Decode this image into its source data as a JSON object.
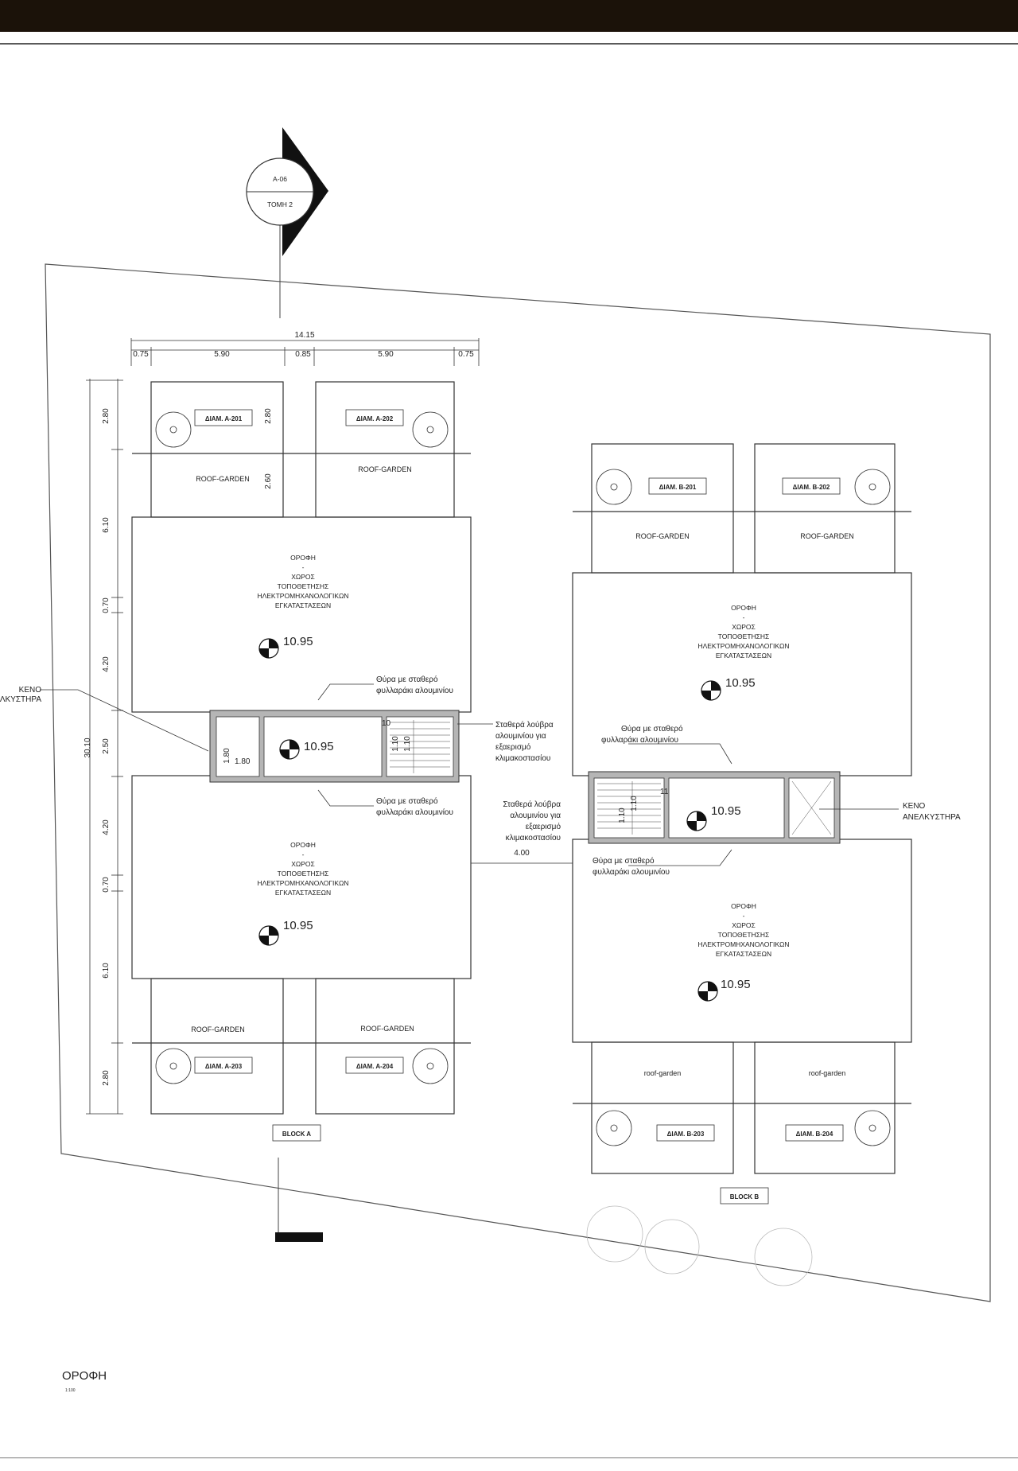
{
  "section_marker": {
    "code": "A-06",
    "name": "ΤΟΜΗ 2"
  },
  "dimensions": {
    "total_width": "14.15",
    "top_segments": [
      "0.75",
      "5.90",
      "0.85",
      "5.90",
      "0.75"
    ],
    "left_segments": [
      "2.80",
      "6.10",
      "0.70",
      "4.20",
      "2.50",
      "4.20",
      "0.70",
      "6.10",
      "2.80"
    ],
    "total_height": "30.10",
    "gap_between_blocks": "4.00",
    "inner_a_roof": "2.80",
    "inner_a_roof_garden": "2.60",
    "stair_dims": [
      "1.10",
      "1.10",
      "10"
    ],
    "lift_dims": [
      "1.80",
      "1.80"
    ],
    "stair_b_dims": [
      "1.10",
      "1.10",
      "11"
    ]
  },
  "apartments": {
    "a201": "ΔΙΑΜ. Α-201",
    "a202": "ΔΙΑΜ. Α-202",
    "a203": "ΔΙΑΜ. Α-203",
    "a204": "ΔΙΑΜ. Α-204",
    "b201": "ΔΙΑΜ. Β-201",
    "b202": "ΔΙΑΜ. Β-202",
    "b203": "ΔΙΑΜ. Β-203",
    "b204": "ΔΙΑΜ. Β-204"
  },
  "roof_garden_upper": "ROOF-GARDEN",
  "roof_garden_lower": "roof-garden",
  "roof_zone": {
    "line1": "ΟΡΟΦΗ",
    "line2": "-",
    "line3": "ΧΩΡΟΣ",
    "line4": "ΤΟΠΟΘΕΤΗΣΗΣ",
    "line5": "ΗΛΕΚΤΡΟΜΗΧΑΝΟΛΟΓΙΚΩΝ",
    "line6": "ΕΓΚΑΤΑΣΤΑΣΕΩΝ"
  },
  "elevation": "10.95",
  "notes": {
    "door_line1": "Θύρα με σταθερό",
    "door_line2_a": "φυλλαράκι αλουμινίου",
    "door_line2_b": "φυλλαράκι αλουμινίου",
    "louvre_a": [
      "Σταθερά λούβρα",
      "αλουμινίου για",
      "εξαερισμό",
      "κλιμακοστασίου"
    ],
    "louvre_b": [
      "Σταθερά λούβρα",
      "αλουμινίου για",
      "εξαερισμό",
      "κλιμακοστασίου"
    ],
    "lift_void_a": [
      "ΚΕΝΟ",
      "ΑΝΕΛΚΥΣΤΗΡΑ"
    ],
    "lift_void_b": [
      "ΚΕΝΟ",
      "ΑΝΕΛΚΥΣΤΗΡΑ"
    ]
  },
  "blocks": {
    "a": "BLOCK A",
    "b": "BLOCK B"
  },
  "drawing_title": "ΟΡΟΦΗ",
  "scale": "1:100",
  "colors": {
    "top_bar": "#1b1209",
    "badge_text": "#1c2c6e",
    "wall_fill": "#b5b5b5"
  }
}
